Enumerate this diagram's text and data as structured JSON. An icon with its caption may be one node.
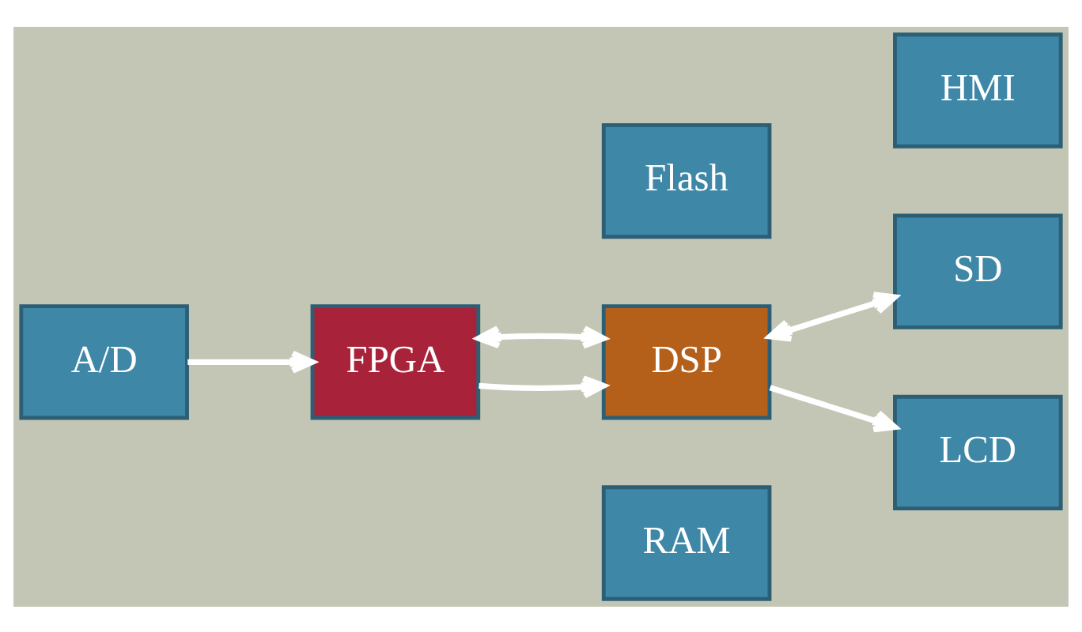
{
  "diagram": {
    "nodes": [
      {
        "text": [
          "RAM"
        ]
      },
      {
        "text": [
          "SD"
        ]
      },
      {
        "text": [
          "A/D"
        ]
      },
      {
        "text": [
          "FPGA"
        ]
      },
      {
        "text": [
          "DSP"
        ]
      },
      {
        "text": [
          "LCD"
        ]
      },
      {
        "text": [
          "Flash"
        ]
      },
      {
        "text": [
          "HMI"
        ]
      }
    ],
    "edges": [
      {
        "from": 2,
        "to": 3,
        "arrow": "to"
      },
      {
        "from": 3,
        "to": 4,
        "arrow": "to"
      },
      {
        "from": 3,
        "to": 4,
        "arrow": "both"
      },
      {
        "from": 4,
        "to": 1,
        "arrow": "both"
      },
      {
        "from": 4,
        "to": 5,
        "arrow": "to"
      }
    ]
  }
}
